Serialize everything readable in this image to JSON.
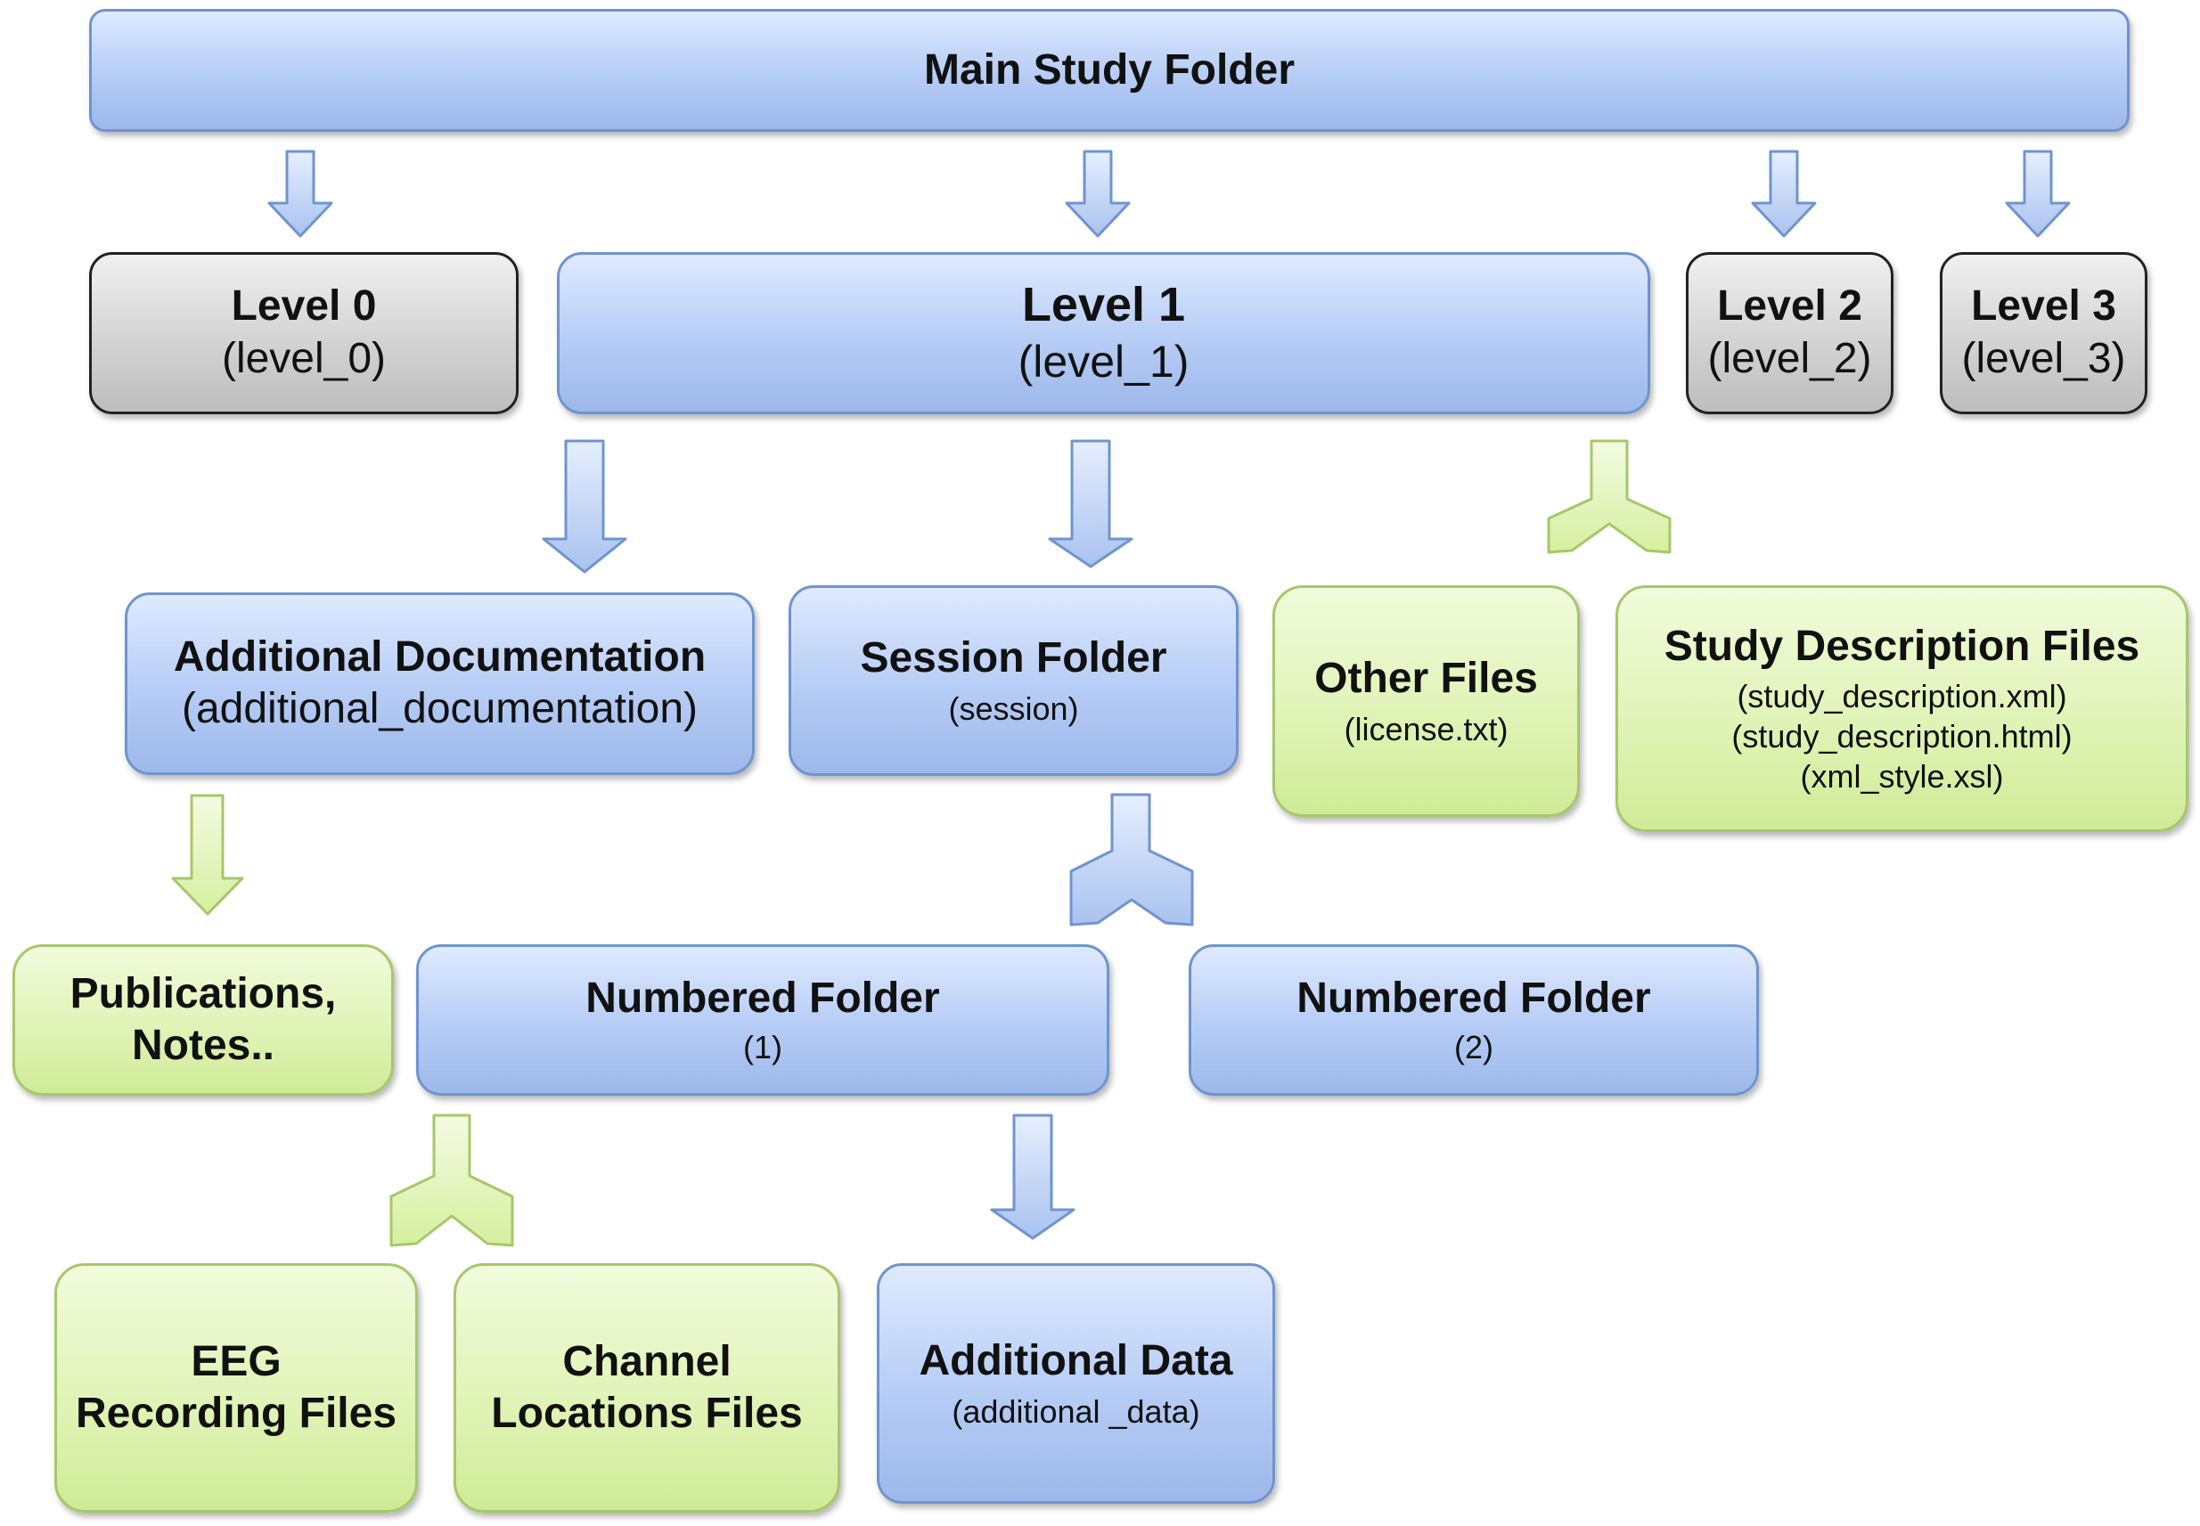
{
  "diagram": {
    "main": {
      "title": "Main Study Folder"
    },
    "levels": [
      {
        "title": "Level 0",
        "sub": "(level_0)"
      },
      {
        "title": "Level 1",
        "sub": "(level_1)"
      },
      {
        "title": "Level 2",
        "sub": "(level_2)"
      },
      {
        "title": "Level 3",
        "sub": "(level_3)"
      }
    ],
    "additional_documentation": {
      "title": "Additional Documentation",
      "sub": "(additional_documentation)"
    },
    "session_folder": {
      "title": "Session Folder",
      "sub": "(session)"
    },
    "other_files": {
      "title": "Other Files",
      "sub": "(license.txt)"
    },
    "study_description_files": {
      "title": "Study Description Files",
      "lines": [
        "(study_description.xml)",
        "(study_description.html)",
        "(xml_style.xsl)"
      ]
    },
    "publications": {
      "line1": "Publications,",
      "line2": "Notes.."
    },
    "numbered_folder_1": {
      "title": "Numbered Folder",
      "sub": "(1)"
    },
    "numbered_folder_2": {
      "title": "Numbered Folder",
      "sub": "(2)"
    },
    "eeg_recording": {
      "line1": "EEG",
      "line2": "Recording Files"
    },
    "channel_locations": {
      "line1": "Channel",
      "line2": "Locations Files"
    },
    "additional_data": {
      "title": "Additional Data",
      "sub": "(additional _data)"
    }
  },
  "colors": {
    "folder_fill": "#b5ccf5",
    "folder_border": "#6f94cf",
    "file_fill": "#dff3b4",
    "file_border": "#a5c86a",
    "level_fill": "#d3d3d3",
    "level_border": "#222222"
  }
}
